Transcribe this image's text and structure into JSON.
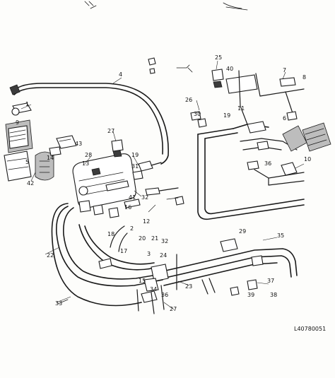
{
  "figure_code": "L40780051",
  "labels": [
    {
      "id": "a",
      "text": "4"
    },
    {
      "id": "b",
      "text": "1"
    },
    {
      "id": "c",
      "text": "42"
    },
    {
      "id": "d",
      "text": "5"
    },
    {
      "id": "e",
      "text": "13"
    },
    {
      "id": "f",
      "text": "14"
    },
    {
      "id": "g",
      "text": "9"
    },
    {
      "id": "h",
      "text": "43"
    },
    {
      "id": "i",
      "text": "27"
    },
    {
      "id": "j",
      "text": "19"
    },
    {
      "id": "k",
      "text": "28"
    },
    {
      "id": "l",
      "text": "31"
    },
    {
      "id": "m",
      "text": "32"
    },
    {
      "id": "n",
      "text": "41"
    },
    {
      "id": "o",
      "text": "12"
    },
    {
      "id": "p",
      "text": "16"
    },
    {
      "id": "q",
      "text": "2"
    },
    {
      "id": "r",
      "text": "18"
    },
    {
      "id": "s",
      "text": "17"
    },
    {
      "id": "t",
      "text": "20"
    },
    {
      "id": "u",
      "text": "21"
    },
    {
      "id": "v",
      "text": "32"
    },
    {
      "id": "w",
      "text": "3"
    },
    {
      "id": "x",
      "text": "24"
    },
    {
      "id": "y",
      "text": "15"
    },
    {
      "id": "z",
      "text": "34"
    },
    {
      "id": "aa",
      "text": "36"
    },
    {
      "id": "ab",
      "text": "23"
    },
    {
      "id": "ac",
      "text": "27"
    },
    {
      "id": "ad",
      "text": "26"
    },
    {
      "id": "ae",
      "text": "30"
    },
    {
      "id": "af",
      "text": "25"
    },
    {
      "id": "ag",
      "text": "40"
    },
    {
      "id": "ah",
      "text": "11"
    },
    {
      "id": "ai",
      "text": "19"
    },
    {
      "id": "aj",
      "text": "7"
    },
    {
      "id": "ak",
      "text": "8"
    },
    {
      "id": "al",
      "text": "6"
    },
    {
      "id": "am",
      "text": "10"
    },
    {
      "id": "an",
      "text": "36"
    },
    {
      "id": "ao",
      "text": "29"
    },
    {
      "id": "ap",
      "text": "35"
    },
    {
      "id": "aq",
      "text": "37"
    },
    {
      "id": "ar",
      "text": "38"
    },
    {
      "id": "as",
      "text": "39"
    },
    {
      "id": "at",
      "text": "22"
    },
    {
      "id": "au",
      "text": "33"
    }
  ]
}
